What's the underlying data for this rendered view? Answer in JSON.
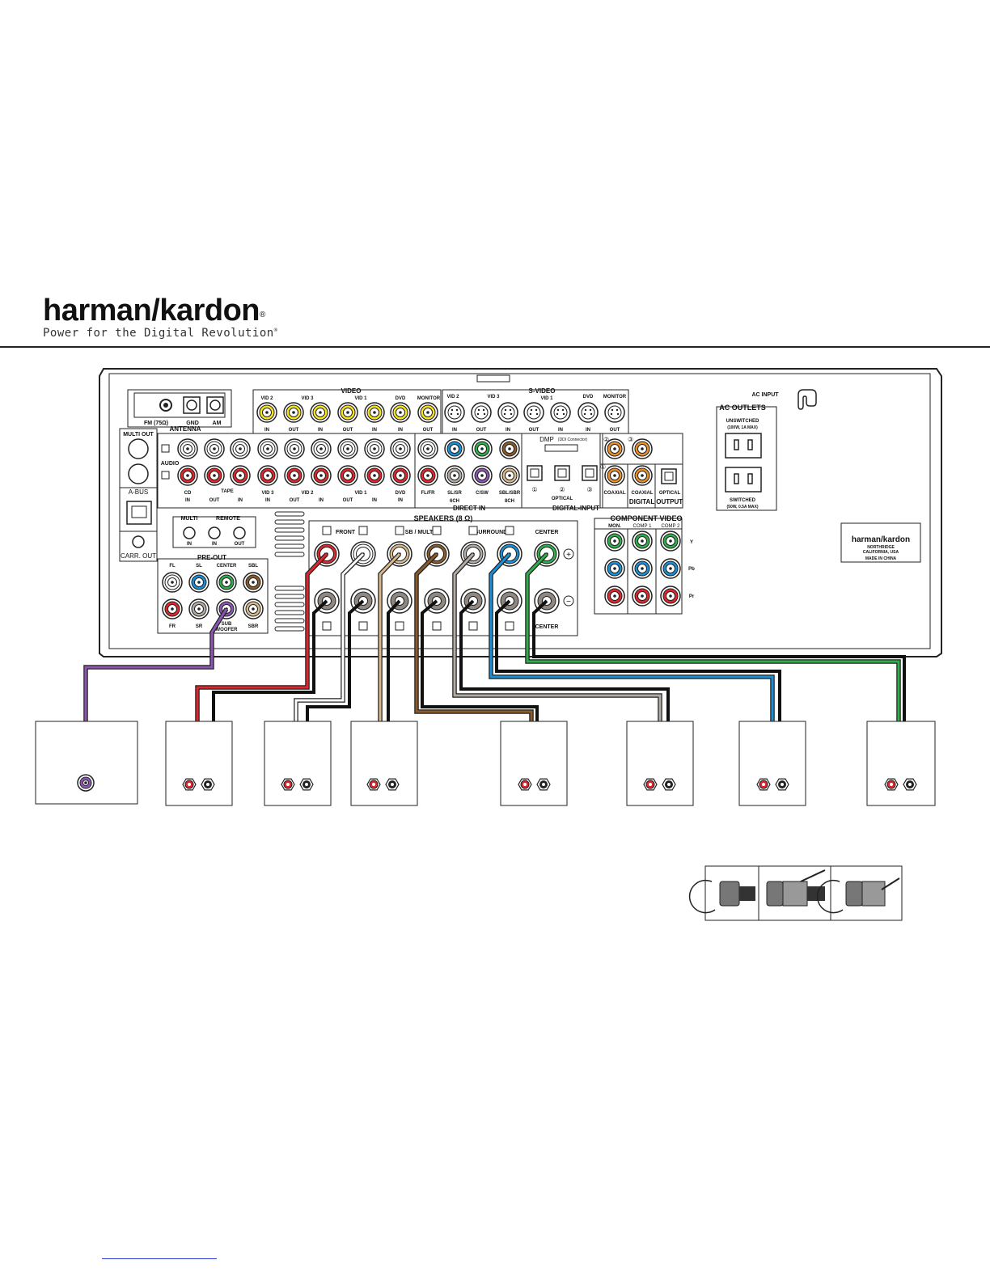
{
  "brand": {
    "name": "harman/kardon",
    "reg": "®",
    "tagline": "Power for the Digital Revolution",
    "tagline_reg": "®"
  },
  "colors": {
    "red": "#e0262c",
    "white": "#ffffff",
    "tan": "#d9b98c",
    "brown": "#8a5a2b",
    "gray": "#b3aca4",
    "blue": "#1b8fd6",
    "green": "#2fae4a",
    "purple": "#8a55b3",
    "yellow": "#f5e320",
    "orange": "#e8902a",
    "black": "#111111"
  },
  "panel": {
    "antenna": {
      "title": "ANTENNA",
      "fm": "FM (75Ω)",
      "gnd": "GND",
      "am": "AM"
    },
    "multi_out": "MULTI OUT",
    "audio": "AUDIO",
    "abus": "A-BUS",
    "carr_out": "CARR. OUT",
    "video": {
      "title": "VIDEO",
      "groups": [
        "VID 2",
        "VID 3",
        "VID 1",
        "DVD",
        "MONITOR"
      ],
      "io": [
        "IN",
        "OUT",
        "IN",
        "OUT",
        "IN",
        "IN",
        "OUT"
      ]
    },
    "svideo": {
      "title": "S-VIDEO",
      "groups": [
        "VID 2",
        "VID 3",
        "VID 1",
        "DVD",
        "MONITOR"
      ],
      "io": [
        "IN",
        "OUT",
        "IN",
        "OUT",
        "IN",
        "IN",
        "OUT"
      ]
    },
    "audio_labels": {
      "cd": "CD",
      "tape": "TAPE",
      "vid3": "VID 3",
      "vid2": "VID 2",
      "vid1": "VID 1",
      "dvd": "DVD",
      "in": "IN",
      "out": "OUT"
    },
    "direct_in": {
      "title": "DIRECT IN",
      "flfr": "FL/FR",
      "slsr": "SL/SR",
      "csw": "C/SW",
      "sblsbr": "SBL/SBR",
      "ch6": "6CH",
      "ch8": "8CH"
    },
    "dmp": {
      "title": "DMP",
      "sub": "(DDI Connector)"
    },
    "digital_input": {
      "title": "DIGITAL-INPUT",
      "optical": "OPTICAL",
      "coaxial": "COAXIAL",
      "n1": "①",
      "n2": "②",
      "n3": "③"
    },
    "digital_output": {
      "title": "DIGITAL OUTPUT",
      "coaxial": "COAXIAL",
      "optical": "OPTICAL"
    },
    "ac_input": "AC INPUT",
    "ac_outlets": {
      "title": "AC OUTLETS",
      "unswitched": "UNSWITCHED",
      "unswitched_rating": "(100W, 1A MAX)",
      "switched": "SWITCHED",
      "switched_rating": "(50W, 0.5A MAX)"
    },
    "model": {
      "brand": "harman/kardon",
      "city": "NORTHRIDGE",
      "state": "CALIFORNIA, USA",
      "made": "MADE IN CHINA"
    },
    "remote": {
      "multi": "MULTI",
      "remote": "REMOTE",
      "in": "IN",
      "out": "OUT"
    },
    "preout": {
      "title": "PRE-OUT",
      "fl": "FL",
      "sl": "SL",
      "center": "CENTER",
      "sbl": "SBL",
      "fr": "FR",
      "sr": "SR",
      "sub": "SUB",
      "woofer": "WOOFER",
      "sbr": "SBR"
    },
    "speakers": {
      "title": "SPEAKERS (8 Ω)",
      "front": "FRONT",
      "sb_multi": "SB / MULTI",
      "surround": "SURROUND",
      "center": "CENTER",
      "center_bottom": "CENTER",
      "plus": "+",
      "minus": "−"
    },
    "component": {
      "title": "COMPONENT VIDEO",
      "mon": "MON.",
      "comp1": "COMP 1",
      "comp2": "COMP 2",
      "y": "Y",
      "pb": "Pb",
      "pr": "Pr"
    }
  }
}
